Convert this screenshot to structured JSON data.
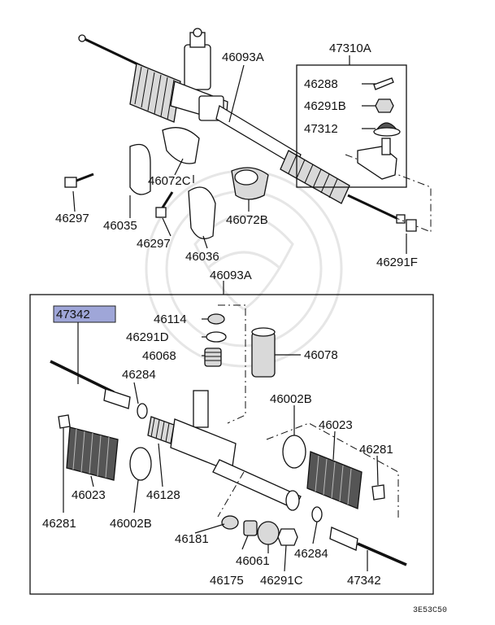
{
  "diagram_code": "3E53C50",
  "highlight_color": "#9fa6d8",
  "labels": {
    "l_46093A_top": "46093A",
    "l_47310A": "47310A",
    "l_46288": "46288",
    "l_46291B": "46291B",
    "l_47312": "47312",
    "l_46072C": "46072C",
    "l_46297_left": "46297",
    "l_46035": "46035",
    "l_46297_mid": "46297",
    "l_46036": "46036",
    "l_46072B": "46072B",
    "l_46291F": "46291F",
    "l_46093A_mid": "46093A",
    "l_47342_hl": "47342",
    "l_46114": "46114",
    "l_46291D": "46291D",
    "l_46068": "46068",
    "l_46078": "46078",
    "l_46284_left": "46284",
    "l_46002B_right": "46002B",
    "l_46023_right": "46023",
    "l_46281_right": "46281",
    "l_46023_left": "46023",
    "l_46128": "46128",
    "l_46281_left": "46281",
    "l_46002B_left": "46002B",
    "l_46181": "46181",
    "l_46061": "46061",
    "l_46284_right": "46284",
    "l_46175": "46175",
    "l_46291C": "46291C",
    "l_47342_bottom": "47342"
  }
}
